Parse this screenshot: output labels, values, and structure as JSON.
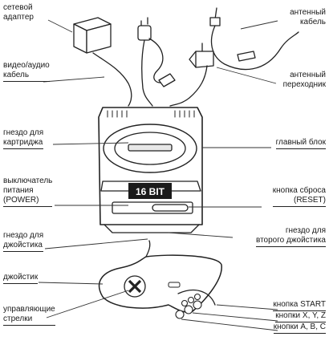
{
  "labels": {
    "network_adapter": "сетевой\nадаптер",
    "av_cable": "видео/аудио\nкабель",
    "antenna_cable": "антенный\nкабель",
    "antenna_adapter": "антенный\nпереходник",
    "cartridge_slot": "гнездо для\nкартриджа",
    "main_unit": "главный блок",
    "power_switch": "выключатель\nпитания\n(POWER)",
    "reset_button": "кнопка сброса\n(RESET)",
    "joystick_port_1": "гнездо для\nджойстика",
    "joystick_port_2": "гнездо для\nвторого джойстика",
    "joystick": "джойстик",
    "direction_arrows": "управляющие\nстрелки",
    "start_button": "кнопка START",
    "xyz_buttons": "кнопки X, Y, Z",
    "abc_buttons": "кнопки A, B, C"
  },
  "console_badge": "16 BIT"
}
